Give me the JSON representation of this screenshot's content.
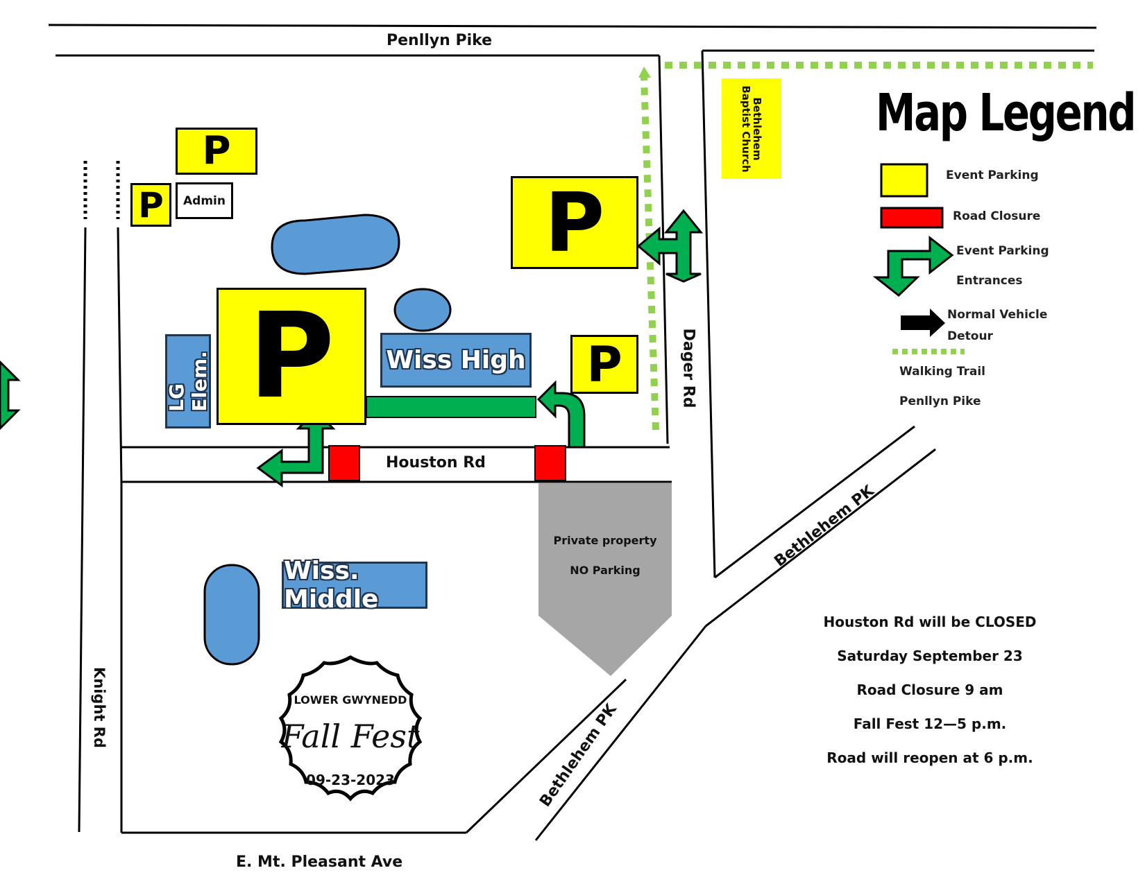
{
  "roads": {
    "penllyn_pike": "Penllyn Pike",
    "houston_rd": "Houston Rd",
    "dager_rd": "Dager Rd",
    "knight_rd": "Knight Rd",
    "mt_pleasant": "E. Mt. Pleasant Ave",
    "bethlehem_pk": "Bethlehem PK"
  },
  "buildings": {
    "admin": "Admin",
    "lg_elem": "LG Elem.",
    "wiss_high": "Wiss High",
    "wiss_middle": "Wiss. Middle",
    "church": [
      "Bethlehem",
      "Baptist Church"
    ]
  },
  "parking_symbol": "P",
  "private_property": [
    "Private property",
    "NO Parking"
  ],
  "legend": {
    "title": "Map Legend",
    "event_parking": "Event Parking",
    "road_closure": "Road Closure",
    "entrances": [
      "Event Parking",
      "Entrances"
    ],
    "detour": [
      "Normal Vehicle",
      "Detour"
    ],
    "walking_trail": "Walking Trail",
    "penllyn_pike": "Penllyn Pike"
  },
  "notice": [
    "Houston Rd will be CLOSED",
    "Saturday September 23",
    "Road Closure 9 am",
    "Fall  Fest 12—5 p.m.",
    "Road will reopen at 6 p.m."
  ],
  "logo": {
    "org": "LOWER GWYNEDD",
    "event": "Fall Fest",
    "date": "09-23-2023"
  },
  "colors": {
    "parking": "#ffff00",
    "closure": "#ff0000",
    "entrance": "#00b050",
    "trail": "#92d050",
    "building": "#5b9bd5",
    "private": "#a6a6a6"
  },
  "icons": [
    "entrance-arrow-icon",
    "detour-arrow-icon",
    "walking-trail-icon"
  ]
}
